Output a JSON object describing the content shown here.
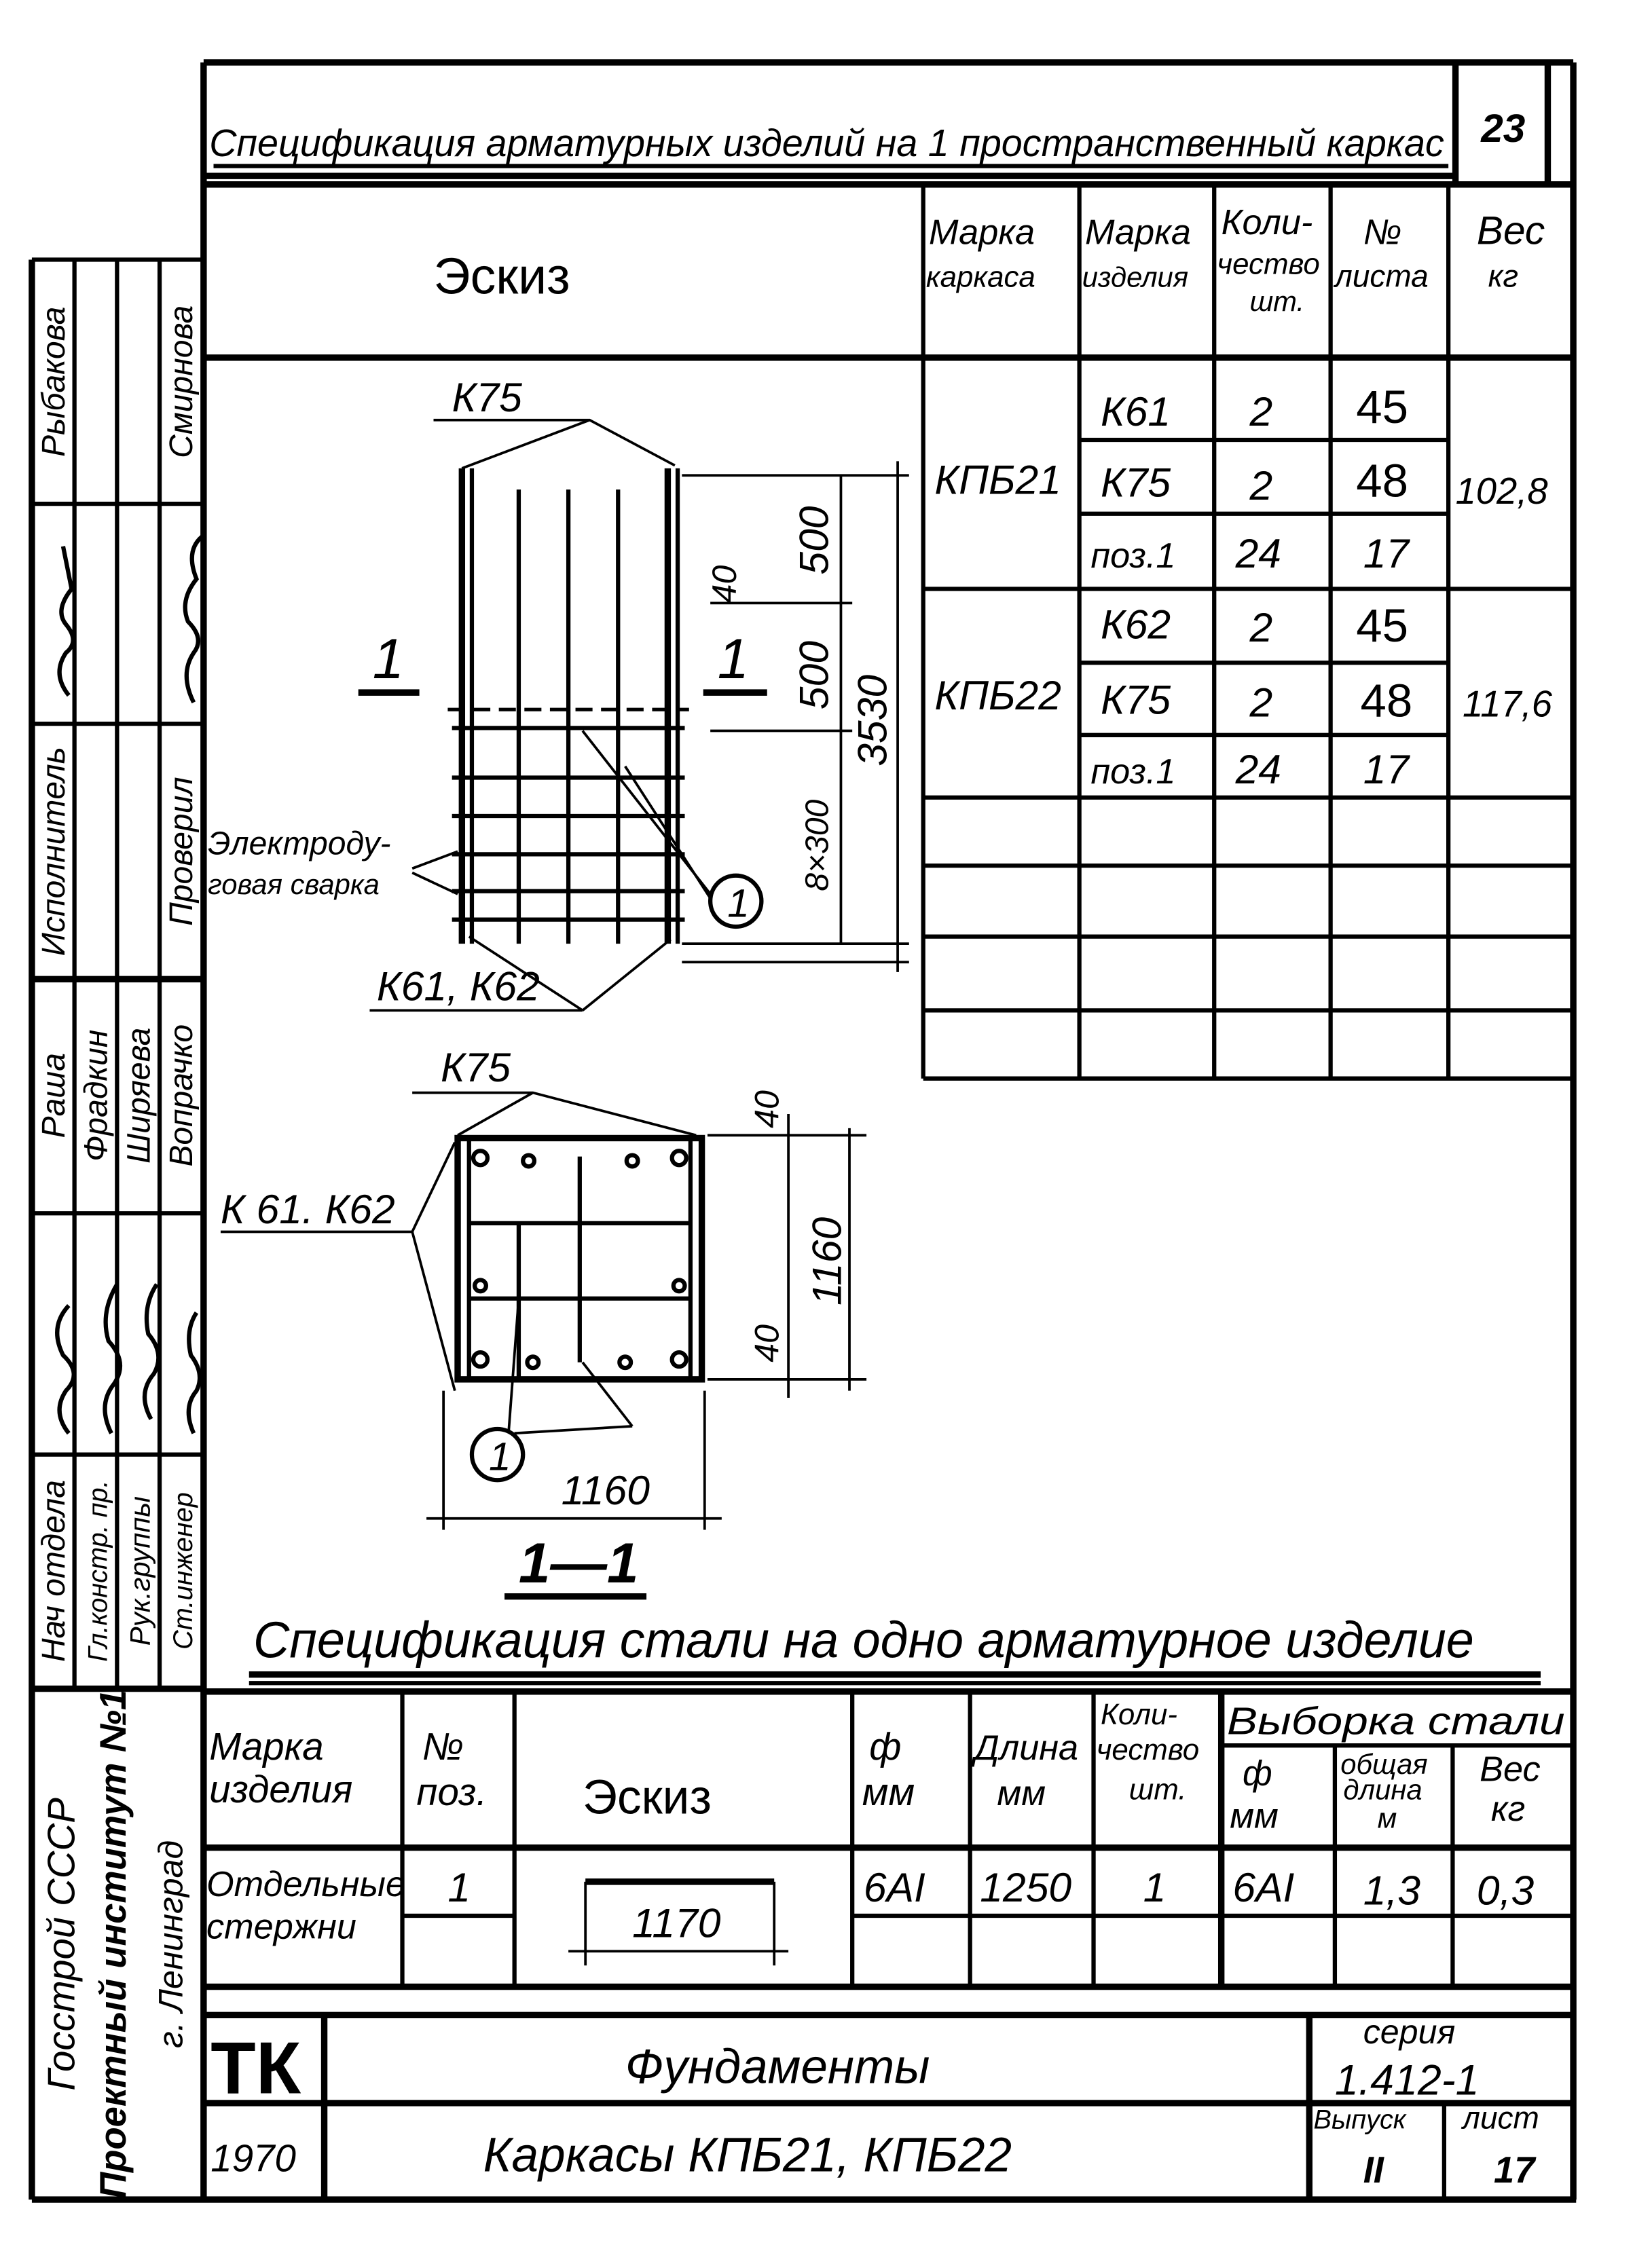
{
  "sheet": {
    "title": "Спецификация арматурных изделий на 1 пространственный каркас",
    "page_number": "23"
  },
  "frame_spec": {
    "sketch_header": "Эскиз",
    "headers": {
      "frame_mark": [
        "Марка",
        "каркаса"
      ],
      "item_mark": [
        "Марка",
        "изделия"
      ],
      "quantity": [
        "Коли-",
        "чество",
        "шт."
      ],
      "sheet_no": [
        "№",
        "листа"
      ],
      "weight": [
        "Вес",
        "кг"
      ]
    },
    "groups": [
      {
        "frame": "КПБ21",
        "weight": "102,8",
        "rows": [
          {
            "item": "К61",
            "qty": "2",
            "sheet": "45"
          },
          {
            "item": "К75",
            "qty": "2",
            "sheet": "48"
          },
          {
            "item": "поз.1",
            "qty": "24",
            "sheet": "17"
          }
        ]
      },
      {
        "frame": "КПБ22",
        "weight": "117,6",
        "rows": [
          {
            "item": "К62",
            "qty": "2",
            "sheet": "45"
          },
          {
            "item": "К75",
            "qty": "2",
            "sheet": "48"
          },
          {
            "item": "поз.1",
            "qty": "24",
            "sheet": "17"
          }
        ]
      }
    ]
  },
  "drawing": {
    "elevation": {
      "k75": "К75",
      "section_mark": "1",
      "dims": {
        "d1": "500",
        "d2": "500",
        "d3": "8×300",
        "total": "3530",
        "gap": "40"
      },
      "weld_label": [
        "Электроду-",
        "говая сварка"
      ],
      "k61_k62": "К61, К62",
      "position_callout": "1"
    },
    "section": {
      "k75": "К75",
      "k61_k62": "К 61. К62",
      "dims": {
        "top": "40",
        "height": "1160",
        "bottom": "40",
        "width": "1160"
      },
      "position_callout": "1",
      "section_title": "1—1"
    }
  },
  "steel_spec": {
    "title": "Спецификация стали на одно арматурное изделие",
    "headers": {
      "item_mark": [
        "Марка",
        "изделия"
      ],
      "pos": [
        "№",
        "поз."
      ],
      "sketch": "Эскиз",
      "dia": [
        "ф",
        "мм"
      ],
      "length": [
        "Длина",
        "мм"
      ],
      "qty": [
        "Коли-",
        "чество",
        "шт."
      ],
      "selection": "Выборка стали",
      "sel_dia": [
        "ф",
        "мм"
      ],
      "sel_total_length": [
        "общая",
        "длина",
        "м"
      ],
      "sel_weight": [
        "Вес",
        "кг"
      ]
    },
    "row": {
      "item_mark": [
        "Отдельные",
        "стержни"
      ],
      "pos": "1",
      "sketch_dim": "1170",
      "dia": "6AI",
      "length": "1250",
      "qty": "1",
      "sel_dia": "6AI",
      "sel_total_length": "1,3",
      "sel_weight": "0,3"
    }
  },
  "title_block": {
    "code": "ТК",
    "subject": "Фундаменты",
    "series_label": "серия",
    "series": "1.412-1",
    "year": "1970",
    "name": "Каркасы КПБ21, КПБ22",
    "issue_label": "Выпуск",
    "issue": "II",
    "sheet_label": "лист",
    "sheet": "17"
  },
  "stamp": {
    "row1": {
      "col1": "Рыбакова",
      "col4": "Смирнова"
    },
    "row3": {
      "col1": "Исполнитель",
      "col4": "Проверил"
    },
    "row4": {
      "col1": "Раша",
      "col2": "Фрадкин",
      "col3": "Ширяева",
      "col4": "Вопрачко"
    },
    "row6": {
      "col1": "Нач отдела",
      "col2": "Гл.констр. пр.",
      "col3": "Рук.группы",
      "col4": "Ст.инженер"
    },
    "org": [
      "Госстрой СССР",
      "Проектный институт №1",
      "г. Ленинград"
    ]
  }
}
